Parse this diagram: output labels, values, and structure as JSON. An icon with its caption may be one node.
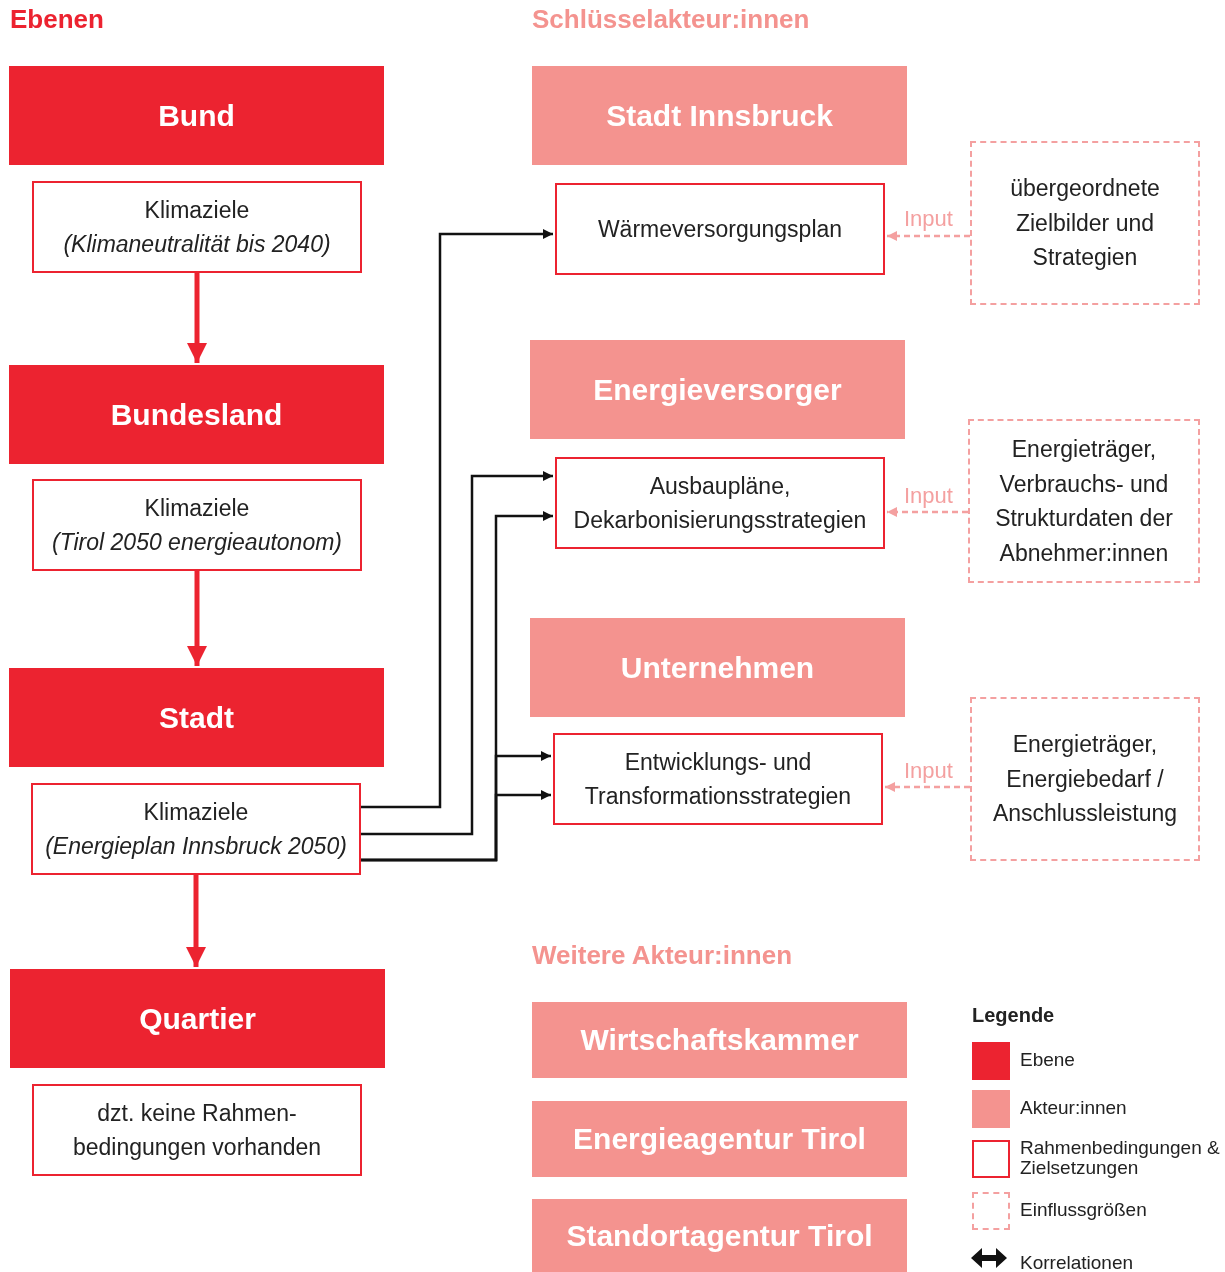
{
  "diagram": {
    "nodes": [
      {
        "text": [
          "Bund"
        ]
      },
      {
        "text": [
          "Klimaziele",
          "(Klimaneutralität bis 2040)"
        ]
      },
      {
        "text": [
          "Bundesland"
        ]
      },
      {
        "text": [
          "Klimaziele",
          "(Tirol 2050 energieautonom)"
        ]
      },
      {
        "text": [
          "Stadt"
        ]
      },
      {
        "text": [
          "Klimaziele",
          "(Energieplan Innsbruck 2050)"
        ]
      },
      {
        "text": [
          "Quartier"
        ]
      },
      {
        "text": [
          "dzt. keine Rahmen- bedingungen vorhanden"
        ]
      },
      {
        "text": [
          "Stadt Innsbruck"
        ]
      },
      {
        "text": [
          "Wärmeversorgungsplan"
        ]
      },
      {
        "text": [
          "übergeordnete Zielbilder und Strategien"
        ]
      },
      {
        "text": [
          "Energieversorger"
        ]
      },
      {
        "text": [
          "Ausbaupläne, Dekarbonisierungsstrategien"
        ]
      },
      {
        "text": [
          "Energieträger, Verbrauchs- und Strukturdaten der Abnehmer:innen"
        ]
      },
      {
        "text": [
          "Unternehmen"
        ]
      },
      {
        "text": [
          "Entwicklungs- und Transformationsstrategien"
        ]
      },
      {
        "text": [
          "Energieträger, Energiebedarf / Anschlussleistung"
        ]
      },
      {
        "text": [
          "Wirtschaftskammer"
        ]
      },
      {
        "text": [
          "Energieagentur Tirol"
        ]
      },
      {
        "text": [
          "Standortagentur Tirol"
        ]
      }
    ],
    "edges": [
      {
        "from": 1,
        "to": 2,
        "arrow": "to",
        "style": "thick",
        "color": "#ec2330"
      },
      {
        "from": 3,
        "to": 4,
        "arrow": "to",
        "style": "thick",
        "color": "#ec2330"
      },
      {
        "from": 5,
        "to": 6,
        "arrow": "to",
        "style": "thick",
        "color": "#ec2330"
      },
      {
        "from": 5,
        "to": 9,
        "arrow": "to"
      },
      {
        "from": 5,
        "to": 12,
        "arrow": "to"
      },
      {
        "from": 5,
        "to": 12,
        "arrow": "to"
      },
      {
        "from": 5,
        "to": 15,
        "arrow": "to"
      },
      {
        "from": 5,
        "to": 15,
        "arrow": "to"
      },
      {
        "from": 10,
        "to": 9,
        "arrow": "to",
        "label": "Input",
        "style": "dashed",
        "color": "#f4a0a0"
      },
      {
        "from": 13,
        "to": 12,
        "arrow": "to",
        "label": "Input",
        "style": "dashed",
        "color": "#f4a0a0"
      },
      {
        "from": 16,
        "to": 15,
        "arrow": "to",
        "label": "Input",
        "style": "dashed",
        "color": "#f4a0a0"
      }
    ],
    "labels": [
      "Ebenen",
      "Schlüsselakteur:innen",
      "Weitere Akteur:innen",
      "Legende"
    ],
    "legend": [
      {
        "text": "Ebene",
        "color": "#ec2330"
      },
      {
        "text": "Akteur:innen",
        "color": "#f4938f"
      },
      {
        "text": "Rahmenbedingungen & Zielsetzungen"
      },
      {
        "text": "Einflussgrößen"
      },
      {
        "text": "Korrelationen"
      }
    ]
  }
}
